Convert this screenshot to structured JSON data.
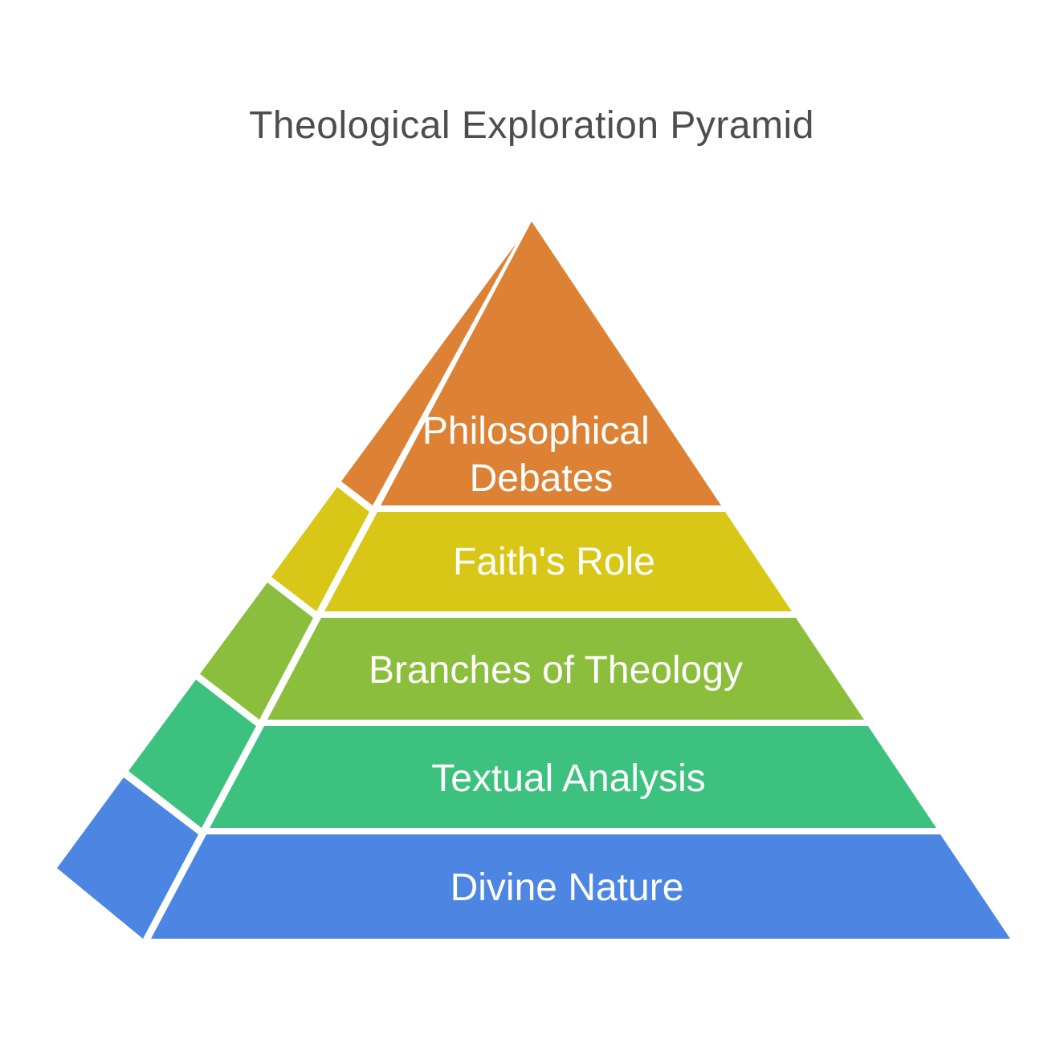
{
  "title": {
    "text": "Theological Exploration Pyramid",
    "color": "#4d4d4d"
  },
  "background_color": "#ffffff",
  "pyramid": {
    "levels": [
      {
        "label": "Philosophical Debates",
        "lines": [
          "Philosophical",
          "Debates"
        ],
        "color": "#dd8235",
        "text_color": "#ffffff"
      },
      {
        "label": "Faith's Role",
        "lines": [
          "Faith's Role"
        ],
        "color": "#d8c717",
        "text_color": "#ffffff"
      },
      {
        "label": "Branches of Theology",
        "lines": [
          "Branches of Theology"
        ],
        "color": "#8bbe3c",
        "text_color": "#ffffff"
      },
      {
        "label": "Textual Analysis",
        "lines": [
          "Textual Analysis"
        ],
        "color": "#3dc17f",
        "text_color": "#ffffff"
      },
      {
        "label": "Divine Nature",
        "lines": [
          "Divine Nature"
        ],
        "color": "#4c86e2",
        "text_color": "#ffffff"
      }
    ]
  }
}
